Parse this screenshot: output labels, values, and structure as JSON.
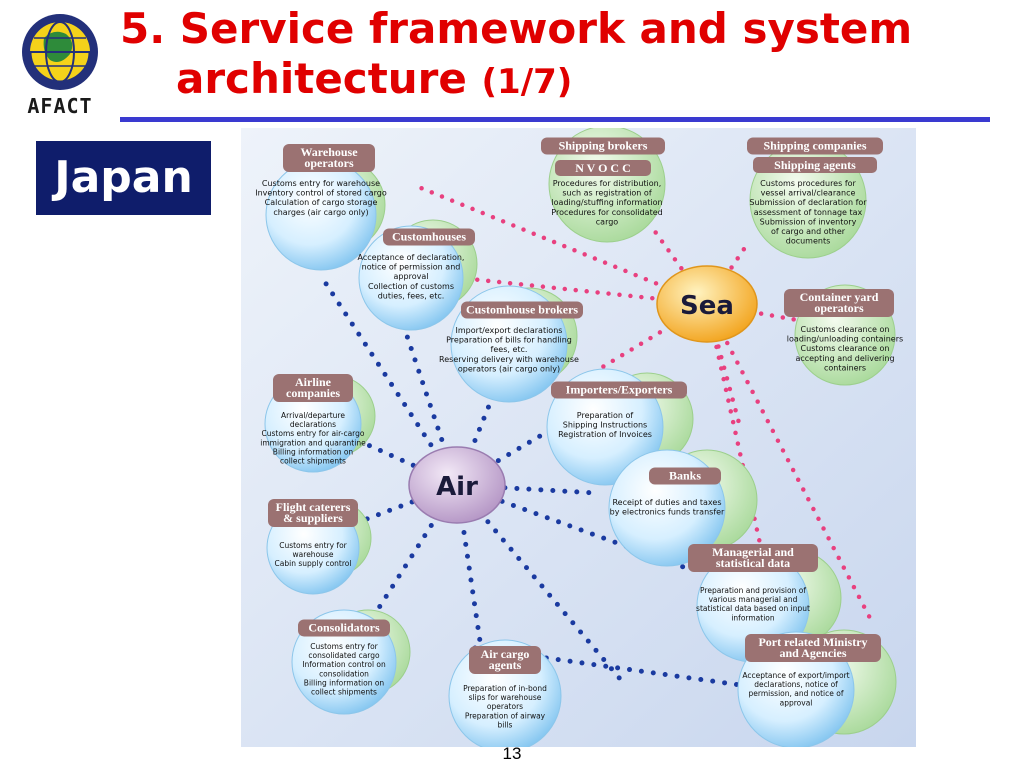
{
  "logo": {
    "text": "AFACT",
    "icon": "globe-icon"
  },
  "title": {
    "line1": "5. Service framework and system",
    "line2": "architecture",
    "part": "(1/7)"
  },
  "badge": "Japan",
  "page_number": "13",
  "colors": {
    "title": "#e00000",
    "rule": "#3a3ad0",
    "badge": "#0f1d6b",
    "label": "#9b7272",
    "link_pink": "#e8407f",
    "link_blue": "#1a3aa0"
  },
  "hubs": {
    "sea": "Sea",
    "air": "Air"
  },
  "nodes": [
    {
      "id": "warehouse",
      "label": [
        "Warehouse",
        "operators"
      ],
      "desc": [
        "Customs entry for warehouse",
        "Inventory control of stored cargo",
        "Calculation of cargo storage",
        "charges (air cargo only)"
      ]
    },
    {
      "id": "customhouses",
      "label": [
        "Customhouses"
      ],
      "desc": [
        "Acceptance of declaration,",
        "notice of permission and",
        "approval",
        "Collection of customs",
        "duties, fees, etc."
      ]
    },
    {
      "id": "shippingbrokers",
      "label": [
        "Shipping brokers"
      ],
      "sublabel": "N V O C C",
      "desc": [
        "Procedures for distribution,",
        "such as registration of",
        "loading/stuffing information",
        "Procedures for consolidated",
        "cargo"
      ]
    },
    {
      "id": "shippingcompanies",
      "label": [
        "Shipping companies"
      ],
      "sublabel": "Shipping agents",
      "desc": [
        "Customs procedures for",
        "vessel arrival/clearance",
        "Submission of declaration for",
        "assessment of tonnage tax",
        "Submission of inventory",
        "of cargo and other",
        "documents"
      ]
    },
    {
      "id": "customhousebrokers",
      "label": [
        "Customhouse brokers"
      ],
      "desc": [
        "Import/export declarations",
        "Preparation of bills for handling",
        "fees, etc.",
        "Reserving delivery with warehouse",
        "operators (air cargo only)"
      ]
    },
    {
      "id": "containeryard",
      "label": [
        "Container yard",
        "operators"
      ],
      "desc": [
        "Customs clearance on",
        "loading/unloading containers",
        "Customs clearance on",
        "accepting and delivering",
        "containers"
      ]
    },
    {
      "id": "airline",
      "label": [
        "Airline",
        "companies"
      ],
      "desc": [
        "Arrival/departure",
        "declarations",
        "Customs entry for air-cargo",
        "immigration and quarantine",
        "Billing information on",
        "collect shipments"
      ]
    },
    {
      "id": "importers",
      "label": [
        "Importers/Exporters"
      ],
      "desc": [
        "Preparation of",
        "Shipping Instructions",
        "Registration of Invoices"
      ]
    },
    {
      "id": "banks",
      "label": [
        "Banks"
      ],
      "desc": [
        "Receipt of duties and taxes",
        "by electronics funds transfer"
      ]
    },
    {
      "id": "flight",
      "label": [
        "Flight caterers",
        "& suppliers"
      ],
      "desc": [
        "Customs entry for",
        "warehouse",
        "Cabin supply control"
      ]
    },
    {
      "id": "managerial",
      "label": [
        "Managerial and",
        "statistical data"
      ],
      "desc": [
        "Preparation and provision of",
        "various managerial and",
        "statistical data based on input",
        "information"
      ]
    },
    {
      "id": "consolidators",
      "label": [
        "Consolidators"
      ],
      "desc": [
        "Customs entry for",
        "consolidated cargo",
        "Information control on",
        "consolidation",
        "Billing information on",
        "collect shipments"
      ]
    },
    {
      "id": "aircargo",
      "label": [
        "Air cargo",
        "agents"
      ],
      "desc": [
        "Preparation of in-bond",
        "slips for warehouse",
        "operators",
        "Preparation of airway",
        "bills"
      ]
    },
    {
      "id": "portministry",
      "label": [
        "Port related Ministry",
        "and Agencies"
      ],
      "desc": [
        "Acceptance of export/import",
        "declarations, notice of",
        "permission, and notice of",
        "approval"
      ]
    }
  ]
}
